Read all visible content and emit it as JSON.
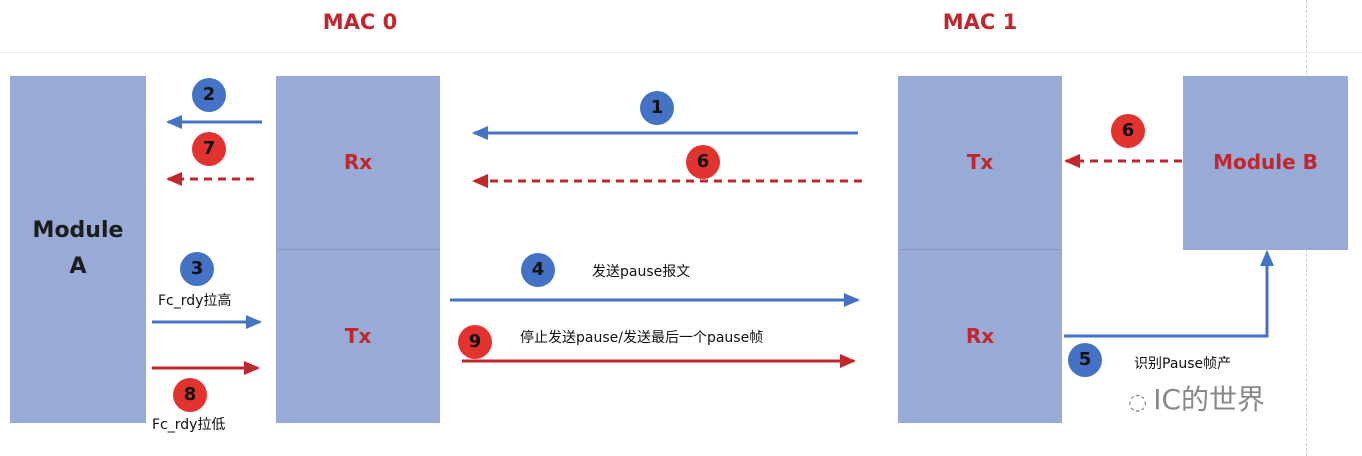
{
  "titles": {
    "mac0": "MAC 0",
    "mac1": "MAC 1"
  },
  "boxes": {
    "module_a": [
      "Module",
      "A"
    ],
    "mac0_rx": "Rx",
    "mac0_tx": "Tx",
    "mac1_tx": "Tx",
    "mac1_rx": "Rx",
    "module_b": "Module B"
  },
  "steps": {
    "s1": "1",
    "s2": "2",
    "s3": "3",
    "s4": "4",
    "s5": "5",
    "s6a": "6",
    "s6b": "6",
    "s7": "7",
    "s8": "8",
    "s9": "9"
  },
  "labels": {
    "fc_high": "Fc_rdy拉高",
    "fc_low": "Fc_rdy拉低",
    "send_pause": "发送pause报文",
    "stop_pause": "停止发送pause/发送最后一个pause帧",
    "detect_pause": "识别Pause帧产"
  },
  "watermark": "IC的世界",
  "colors": {
    "box": "#98aad6",
    "blue": "#4472c4",
    "red": "#c0262c",
    "red_circle": "#e2332f"
  }
}
